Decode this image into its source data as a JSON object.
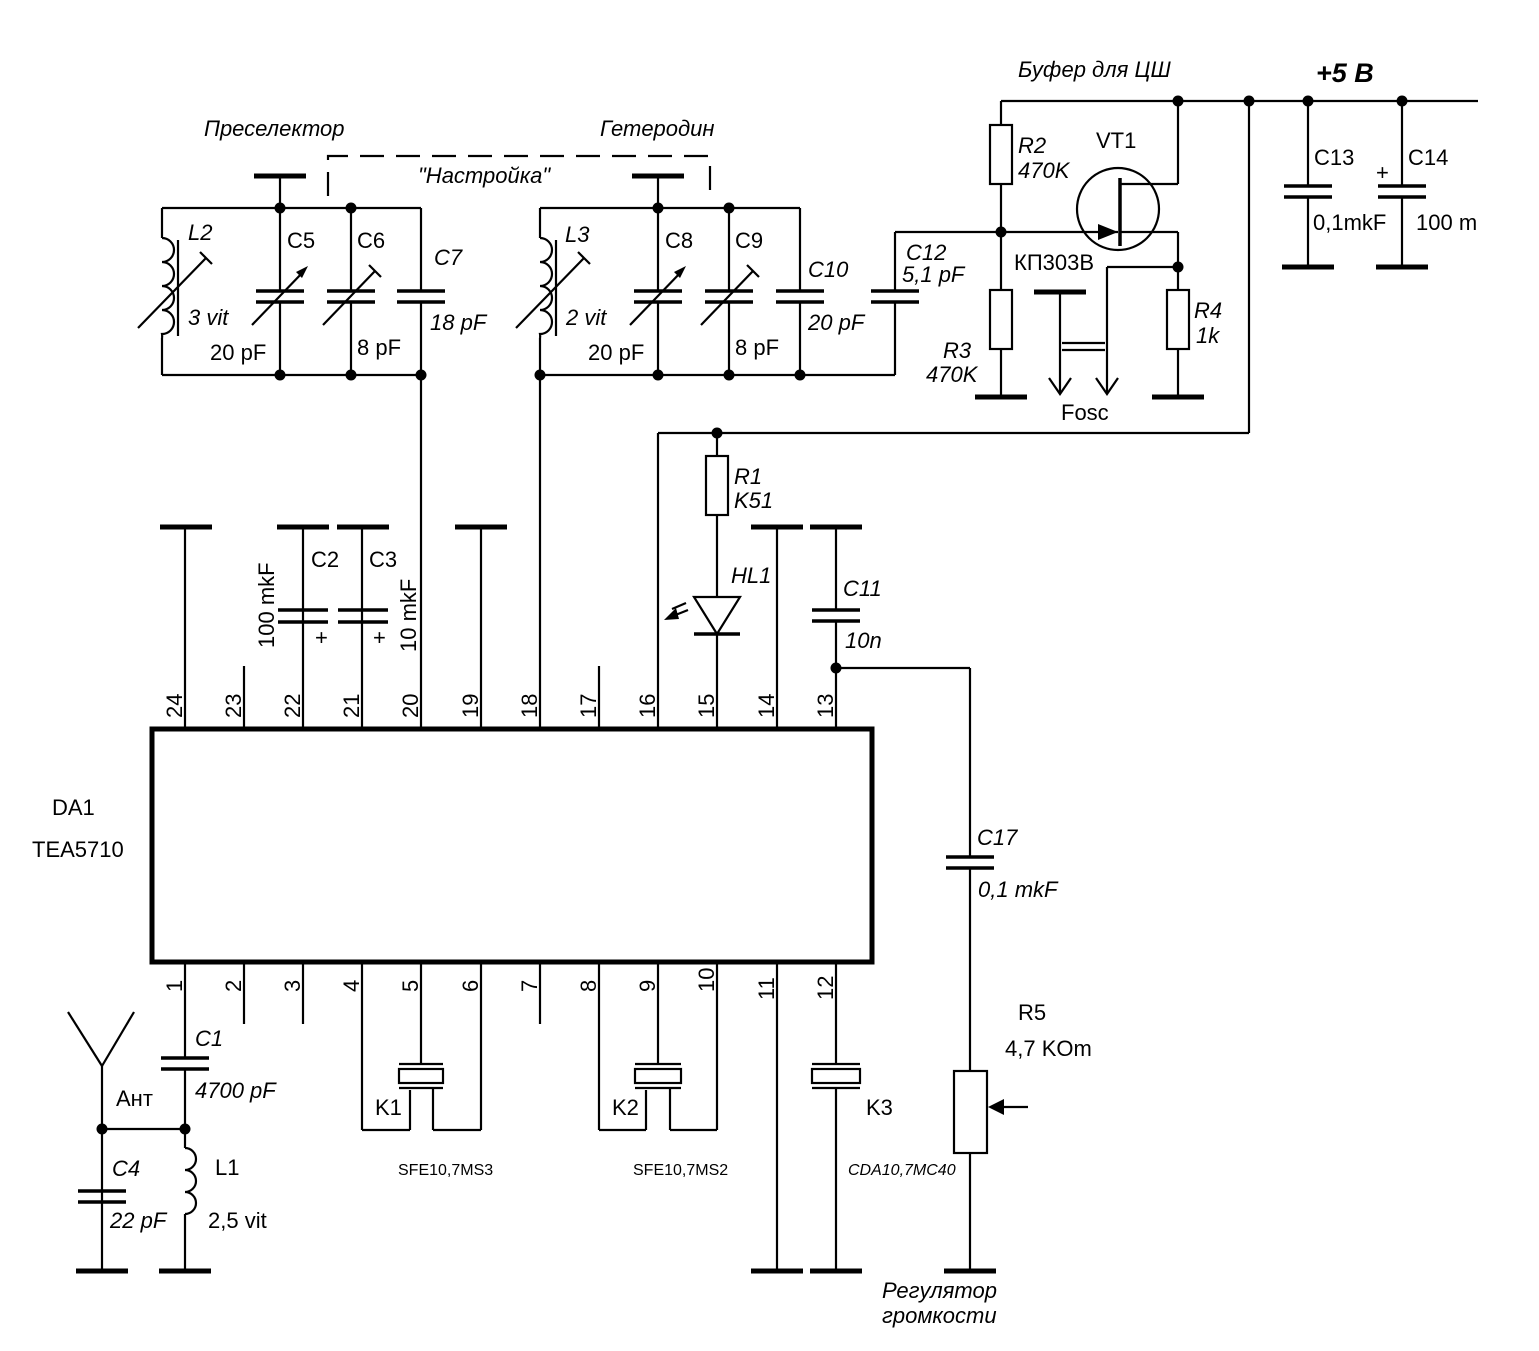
{
  "labels": {
    "preselector": "Преселектор",
    "heterodyne": "Гетеродин",
    "tuning": "\"Настройка\"",
    "buffer": "Буфер для ЦШ",
    "plus5v": "+5 В",
    "ic_ref": "DA1",
    "ic_part": "TEA5710",
    "antenna": "Ант",
    "fosc": "Fosc",
    "volume_line1": "Регулятор",
    "volume_line2": "громкости",
    "plus_sign": "+"
  },
  "components": {
    "L1": {
      "ref": "L1",
      "value": "2,5 vit"
    },
    "L2": {
      "ref": "L2",
      "value": "3 vit"
    },
    "L3": {
      "ref": "L3",
      "value": "2 vit"
    },
    "C1": {
      "ref": "C1",
      "value": "4700 pF"
    },
    "C2": {
      "ref": "C2",
      "value": "100 mkF"
    },
    "C3": {
      "ref": "C3",
      "value": "10 mkF"
    },
    "C4": {
      "ref": "C4",
      "value": "22 pF"
    },
    "C5": {
      "ref": "C5",
      "value": "20 pF"
    },
    "C6": {
      "ref": "C6",
      "value": "8 pF"
    },
    "C7": {
      "ref": "C7",
      "value": "18 pF"
    },
    "C8": {
      "ref": "C8",
      "value": "20 pF"
    },
    "C9": {
      "ref": "C9",
      "value": "8 pF"
    },
    "C10": {
      "ref": "C10",
      "value": "20 pF"
    },
    "C11": {
      "ref": "C11",
      "value": "10n"
    },
    "C12": {
      "ref": "C12",
      "value": "5,1 pF"
    },
    "C13": {
      "ref": "C13",
      "value": "0,1mkF"
    },
    "C14": {
      "ref": "C14",
      "value": "100 m"
    },
    "C17": {
      "ref": "C17",
      "value": "0,1 mkF"
    },
    "R1": {
      "ref": "R1",
      "value": "K51"
    },
    "R2": {
      "ref": "R2",
      "value": "470K"
    },
    "R3": {
      "ref": "R3",
      "value": "470K"
    },
    "R4": {
      "ref": "R4",
      "value": "1k"
    },
    "R5": {
      "ref": "R5",
      "value": "4,7 KOm"
    },
    "VT1": {
      "ref": "VT1",
      "part": "КП303В"
    },
    "HL1": {
      "ref": "HL1"
    },
    "K1": {
      "ref": "K1",
      "part": "SFE10,7MS3"
    },
    "K2": {
      "ref": "K2",
      "part": "SFE10,7MS2"
    },
    "K3": {
      "ref": "K3",
      "part": "CDA10,7MC40"
    }
  },
  "pins_top": [
    "24",
    "23",
    "22",
    "21",
    "20",
    "19",
    "18",
    "17",
    "16",
    "15",
    "14",
    "13"
  ],
  "pins_bottom": [
    "1",
    "2",
    "3",
    "4",
    "5",
    "6",
    "7",
    "8",
    "9",
    "10",
    "11",
    "12"
  ]
}
